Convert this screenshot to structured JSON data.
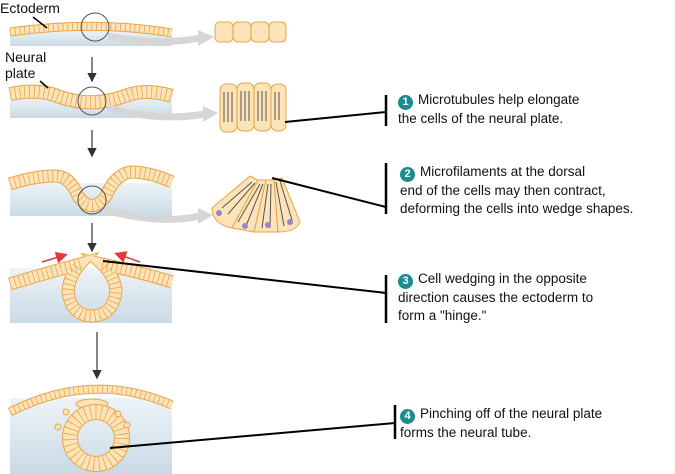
{
  "labels": {
    "ectoderm": "Ectoderm",
    "neural_plate": "Neural plate"
  },
  "steps": [
    {
      "number": "1",
      "lines": [
        "Microtubules help elongate",
        "the cells of the neural plate."
      ]
    },
    {
      "number": "2",
      "lines": [
        "Microfilaments at the dorsal",
        "end of the cells may then contract,",
        "deforming the cells into wedge shapes."
      ]
    },
    {
      "number": "3",
      "lines": [
        "Cell wedging in the opposite",
        "direction causes the ectoderm to",
        "form a \"hinge.\""
      ]
    },
    {
      "number": "4",
      "lines": [
        "Pinching off of the neural plate",
        "forms the neural tube."
      ]
    }
  ],
  "colors": {
    "cell_fill": "#fde3b8",
    "cell_border": "#e8a548",
    "mesoderm": "#d3e1ea",
    "badge": "#1b8c8e",
    "arrow_red": "#e23a3a"
  }
}
